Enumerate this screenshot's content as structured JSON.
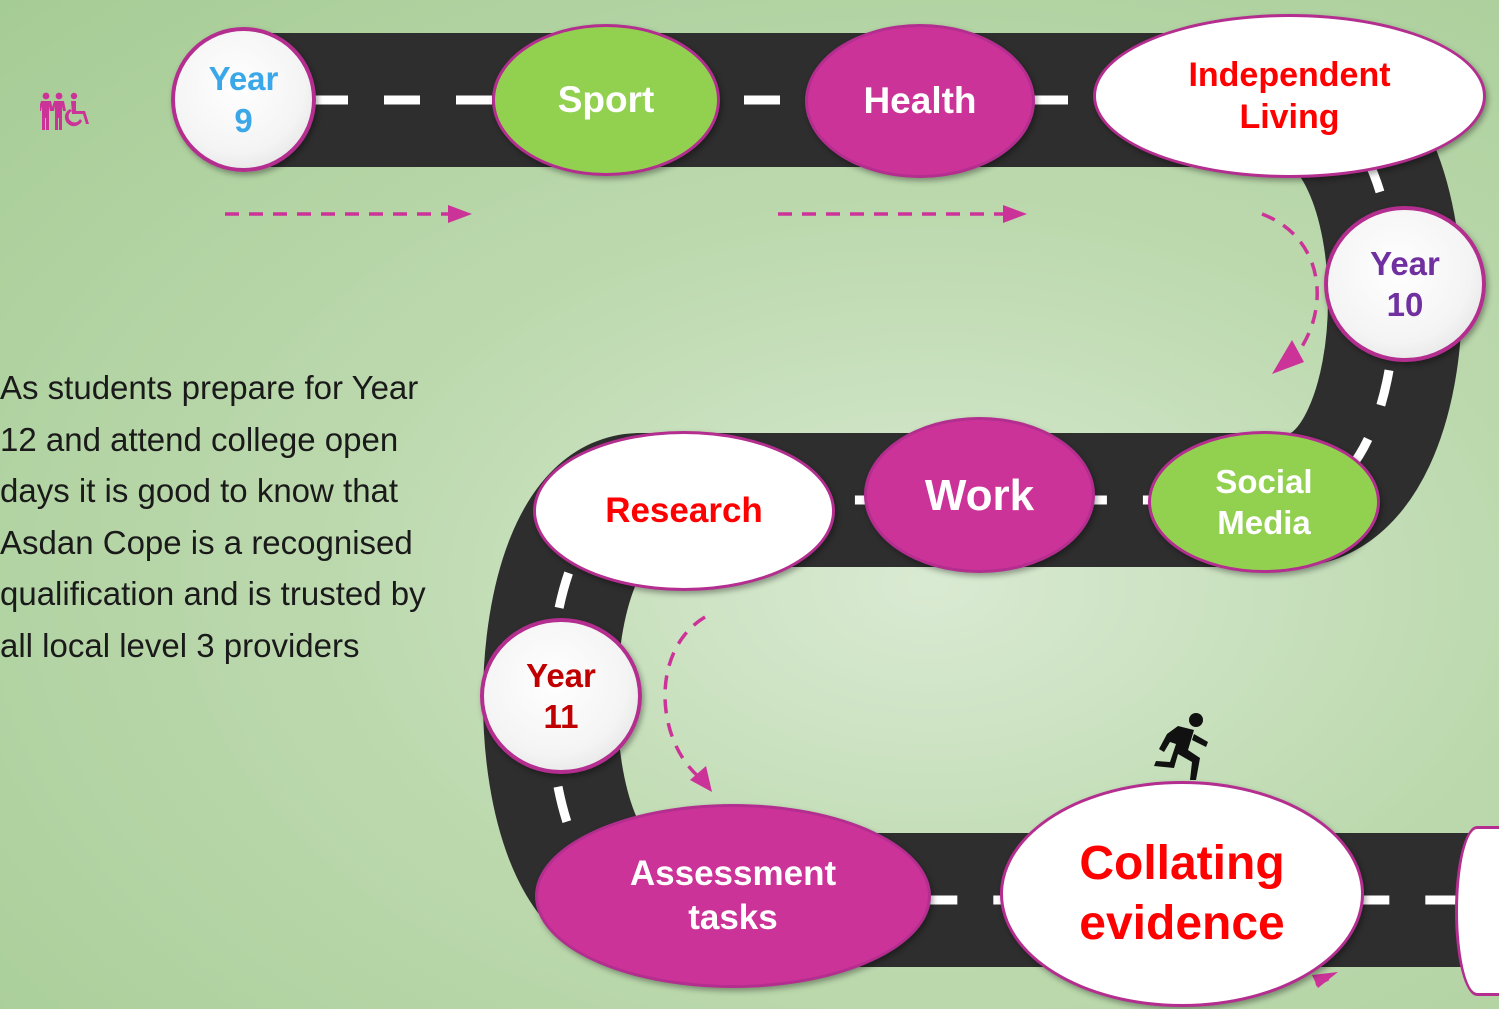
{
  "road_stages": {
    "year9": {
      "line1": "Year",
      "line2": "9"
    },
    "sport": "Sport",
    "health": "Health",
    "independent_living": {
      "line1": "Independent",
      "line2": "Living"
    },
    "year10": {
      "line1": "Year",
      "line2": "10"
    },
    "social_media": {
      "line1": "Social",
      "line2": "Media"
    },
    "work": "Work",
    "research": "Research",
    "year11": {
      "line1": "Year",
      "line2": "11"
    },
    "assessment_tasks": {
      "line1": "Assessment",
      "line2": "tasks"
    },
    "collating_evidence": {
      "line1": "Collating",
      "line2": "evidence"
    }
  },
  "description": "As students prepare for Year 12 and attend college open days it is good to know that Asdan Cope is a recognised qualification and is trusted by all local level 3 providers",
  "icons": [
    "people-accessibility-icon",
    "running-person-icon"
  ],
  "colors": {
    "road": "#2e2e2e",
    "magenta": "#cc3399",
    "green": "#92d050",
    "red_text": "#ff0000",
    "year9_text": "#3aa7e8",
    "year10_text": "#7030a0",
    "year11_text": "#c00000"
  }
}
